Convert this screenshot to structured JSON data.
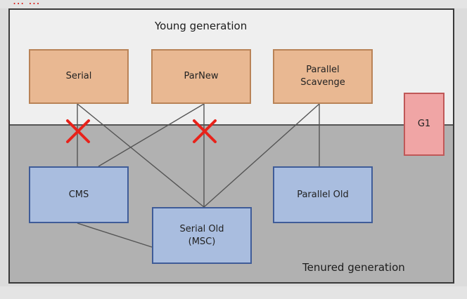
{
  "header_caption": "... ...",
  "regions": {
    "young": "Young generation",
    "tenured": "Tenured generation"
  },
  "collectors": {
    "serial": "Serial",
    "parnew": "ParNew",
    "parallel_scavenge": "Parallel\nScavenge",
    "g1": "G1",
    "cms": "CMS",
    "serial_old": "Serial Old\n(MSC)",
    "parallel_old": "Parallel Old"
  },
  "colors": {
    "young_box": "#e9b892",
    "tenured_box": "#a9bddf",
    "g1_box": "#f0a5a5",
    "cross": "#e8221a",
    "connector": "#555555"
  }
}
